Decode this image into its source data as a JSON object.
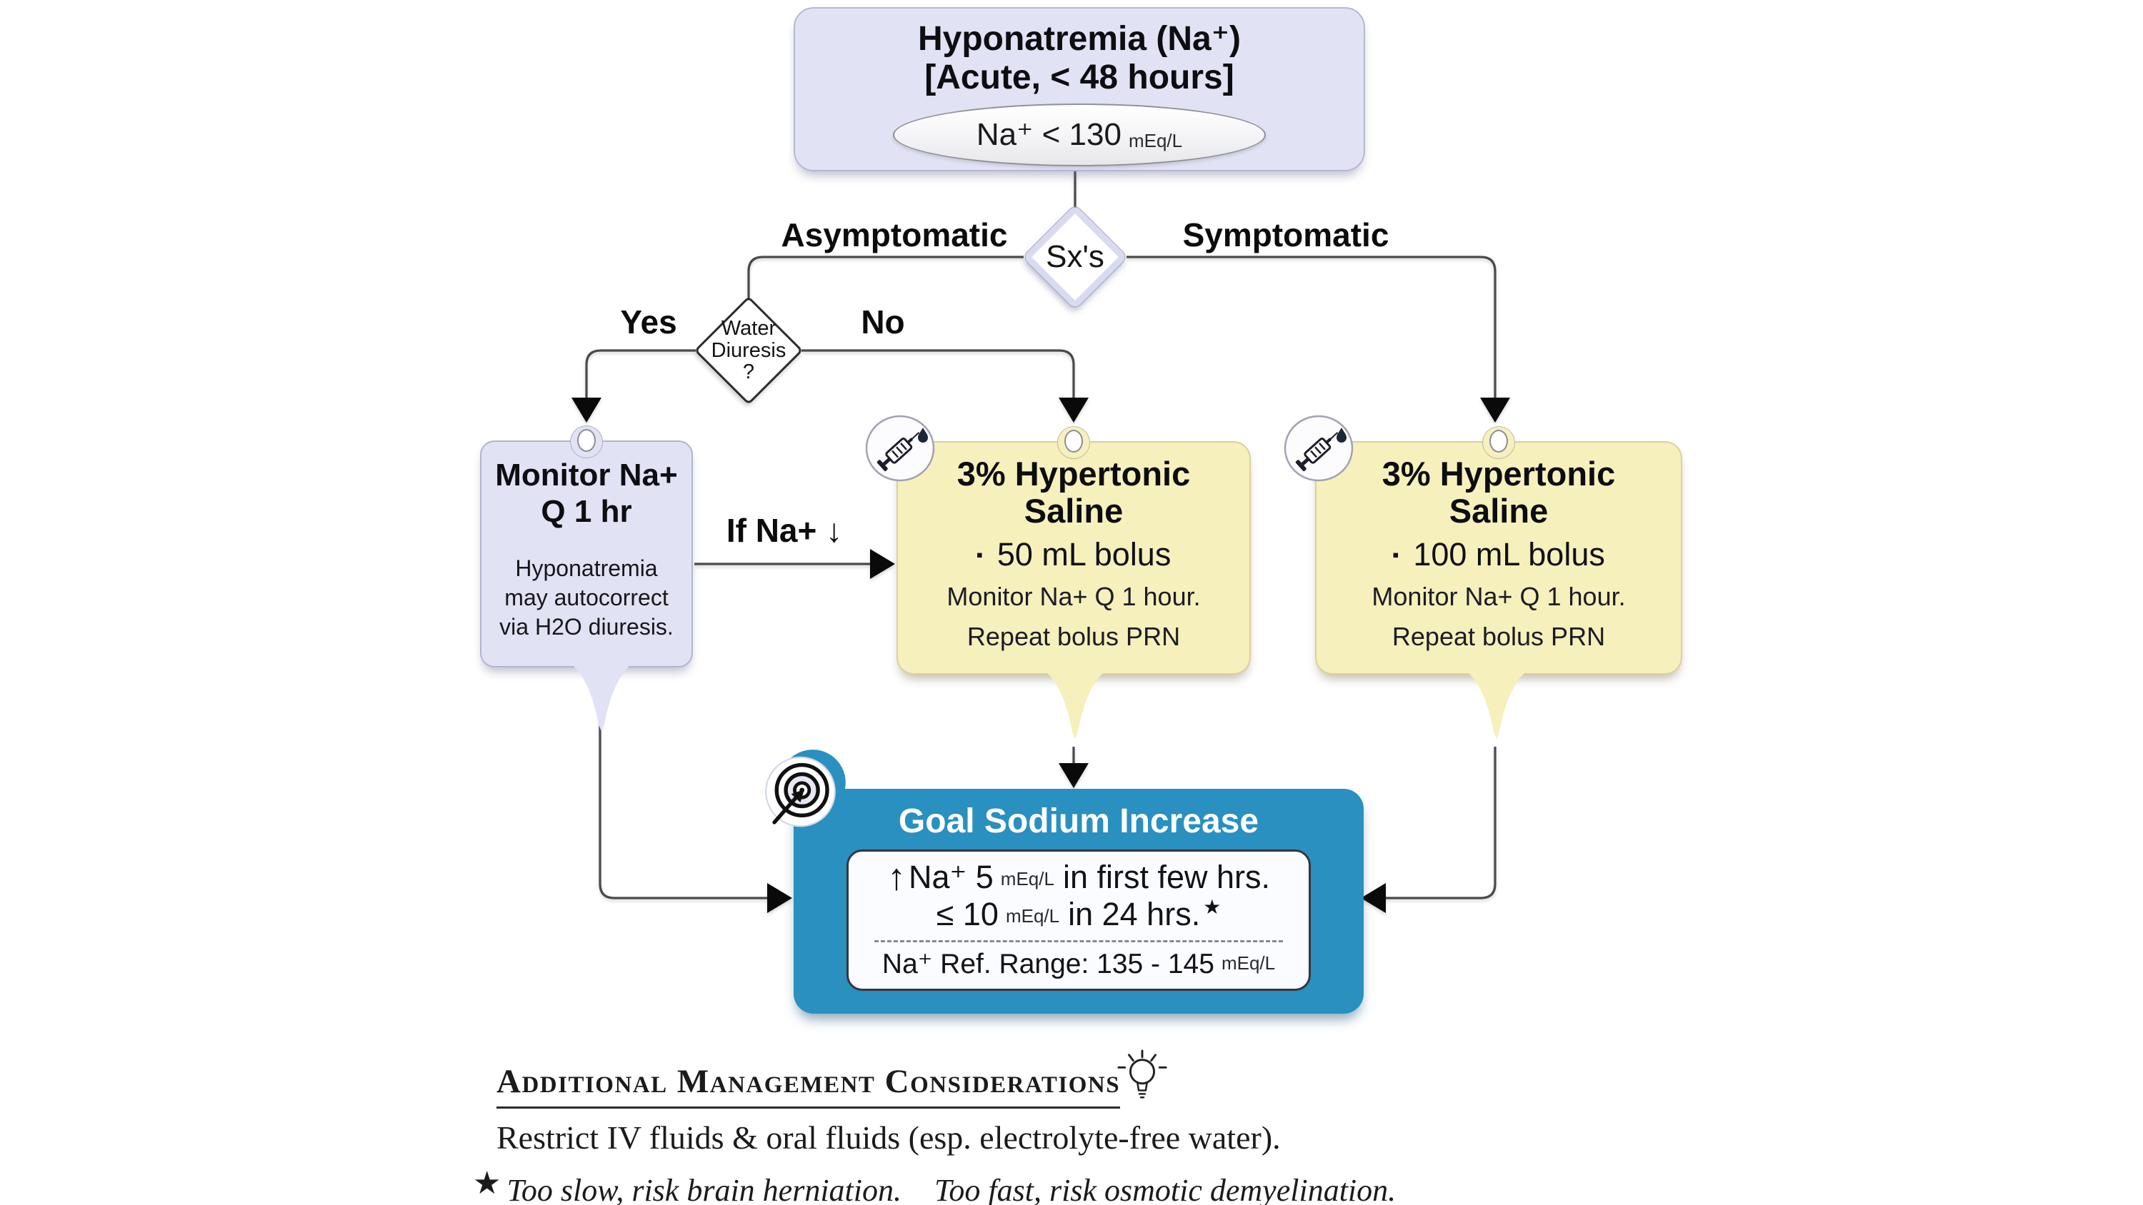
{
  "colors": {
    "lavender": "#e1e2f3",
    "yellow": "#f6f0bc",
    "blue": "#2990c0",
    "line": "#4a4a4a",
    "arrow": "#0a0a0a"
  },
  "flow": {
    "start": {
      "title_line1": "Hyponatremia (Na⁺)",
      "title_line2": "[Acute, < 48 hours]",
      "criterion_value": "Na⁺ < 130",
      "criterion_unit": "mEq/L"
    },
    "sx_decision": {
      "label": "Sx's",
      "left_branch": "Asymptomatic",
      "right_branch": "Symptomatic"
    },
    "water_decision": {
      "line1": "Water",
      "line2": "Diuresis",
      "line3": "?",
      "left_branch": "Yes",
      "right_branch": "No"
    },
    "monitor": {
      "title_line1": "Monitor Na+",
      "title_line2": "Q 1 hr",
      "body_line1": "Hyponatremia",
      "body_line2": "may autocorrect",
      "body_line3": "via H2O diuresis."
    },
    "if_na_label": "If Na+ ↓",
    "saline_mid": {
      "title_line1": "3% Hypertonic",
      "title_line2": "Saline",
      "bullet": "▪",
      "dose": "50 mL bolus",
      "sub_line1": "Monitor Na+ Q 1 hour.",
      "sub_line2": "Repeat bolus PRN"
    },
    "saline_right": {
      "title_line1": "3% Hypertonic",
      "title_line2": "Saline",
      "bullet": "▪",
      "dose": "100 mL bolus",
      "sub_line1": "Monitor Na+ Q 1 hour.",
      "sub_line2": "Repeat bolus PRN"
    },
    "goal": {
      "title": "Goal Sodium Increase",
      "line1_arrow": "↑",
      "line1_main": "Na⁺ 5",
      "line1_unit": "mEq/L",
      "line1_rest": "in first few hrs.",
      "line2_main": "≤ 10",
      "line2_unit": "mEq/L",
      "line2_rest": "in 24 hrs.",
      "line2_star": "★",
      "ref_main": "Na⁺ Ref. Range: 135 - 145",
      "ref_unit": "mEq/L"
    }
  },
  "notes": {
    "heading": "Additional Management Considerations",
    "body": "Restrict IV fluids & oral fluids (esp. electrolyte-free water).",
    "footnote_star": "★",
    "footnote_part1": "Too slow, risk brain herniation.",
    "footnote_part2": "Too fast, risk osmotic demyelination."
  },
  "icons": [
    "syringe-icon",
    "target-icon",
    "lightbulb-icon"
  ]
}
